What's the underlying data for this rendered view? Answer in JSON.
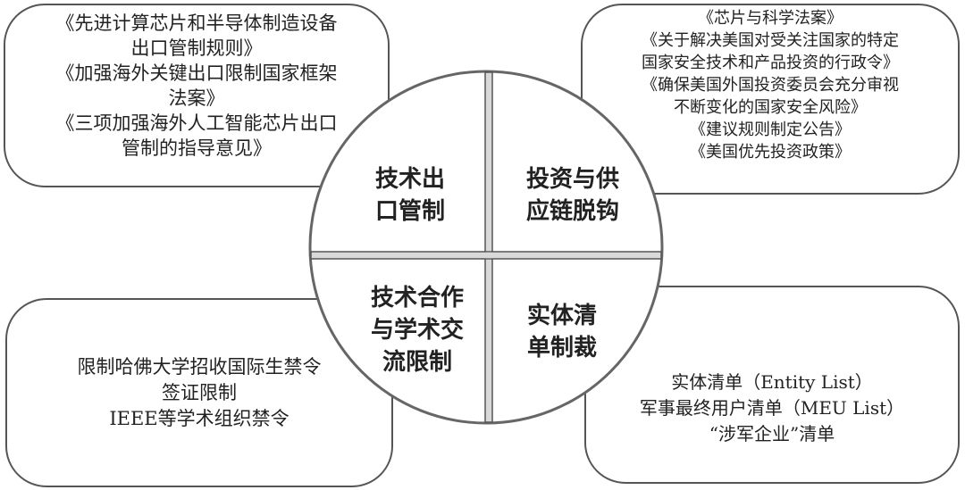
{
  "top_left": {
    "lines": [
      "《先进计算芯片和半导体制造设备",
      "出口管制规则》",
      "《加强海外关键出口限制国家框架",
      "法案》",
      "《三项加强海外人工智能芯片出口",
      "管制的指导意见》"
    ]
  },
  "top_right": {
    "lines": [
      "《芯片与科学法案》",
      "《关于解决美国对受关注国家的特定",
      "国家安全技术和产品投资的行政令》",
      "《确保美国外国投资委员会充分审视",
      "不断变化的国家安全风险》",
      "《建议规则制定公告》",
      "《美国优先投资政策》"
    ]
  },
  "bottom_left": {
    "lines": [
      "限制哈佛大学招收国际生禁令",
      "签证限制",
      "IEEE等学术组织禁令"
    ]
  },
  "bottom_right": {
    "lines": [
      "实体清单（Entity List）",
      "军事最终用户清单（MEU List）",
      "“涉军企业”清单"
    ]
  },
  "circle": {
    "tech_export_control": [
      "技术出",
      "口管制"
    ],
    "investment_decoupling": [
      "投资与供",
      "应链脱钩"
    ],
    "academic_restriction": [
      "技术合作",
      "与学术交",
      "流限制"
    ],
    "entity_list_sanctions": [
      "实体清",
      "单制裁"
    ]
  }
}
